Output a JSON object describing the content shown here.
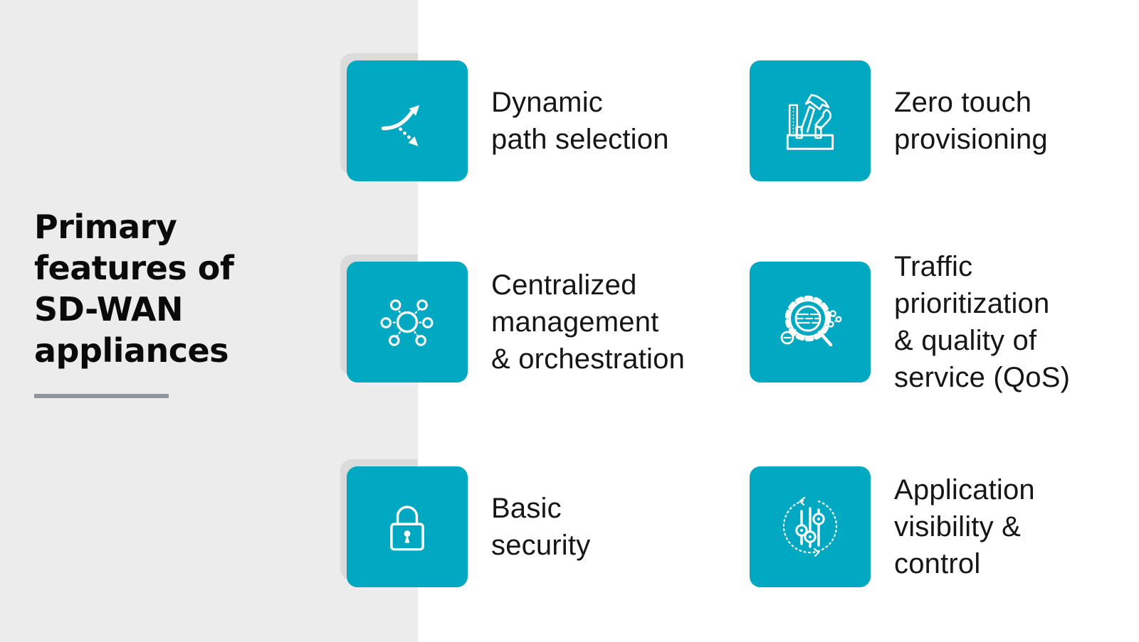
{
  "title": {
    "text": "Primary\nfeatures of\nSD-WAN\nappliances"
  },
  "features": [
    {
      "label": "Dynamic\npath selection",
      "icon": "dynamic-path-icon"
    },
    {
      "label": "Zero touch\nprovisioning",
      "icon": "tools-icon"
    },
    {
      "label": "Centralized\nmanagement\n& orchestration",
      "icon": "hub-network-icon"
    },
    {
      "label": "Traffic\nprioritization\n& quality of\nservice (QoS)",
      "icon": "gear-magnifier-icon"
    },
    {
      "label": "Basic\nsecurity",
      "icon": "padlock-icon"
    },
    {
      "label": "Application\nvisibility &\ncontrol",
      "icon": "sliders-icon"
    }
  ],
  "colors": {
    "accent": "#00A9C1",
    "panel": "#ECECEC",
    "tile_shadow": "#DBDBDB",
    "divider": "#8E959C",
    "title_text": "#0A0A0A",
    "label_text": "#161616",
    "icon_stroke": "#FFFFFF",
    "background": "#FFFFFF"
  }
}
